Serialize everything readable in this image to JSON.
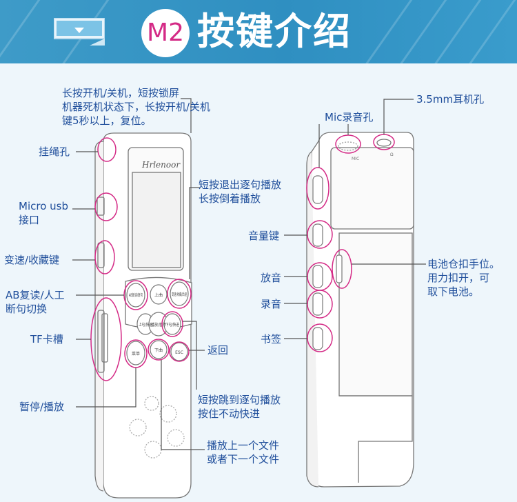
{
  "header": {
    "badge": "M2",
    "title": "按键介绍"
  },
  "device_front": {
    "brand": "Hrlenoor",
    "buttons": {
      "ab": "AB复读/复句",
      "up": "上曲",
      "fav": "变速/收藏/后退",
      "prev": "上句/快退",
      "play": "播放/暂停",
      "next": "下句/快进",
      "menu": "菜单",
      "down": "下曲",
      "esc": "ESC"
    }
  },
  "labels": {
    "power": [
      "长按开机/关机，短按锁屏",
      "机器死机状态下，长按开机/关机",
      "键5秒以上，复位。"
    ],
    "lanyard": "挂绳孔",
    "usb": [
      "Micro usb",
      "接口"
    ],
    "speed": "变速/收藏键",
    "ab": [
      "AB复读/人工",
      "断句切换"
    ],
    "tf": "TF卡槽",
    "pause": "暂停/播放",
    "exit_sentence": [
      "短按退出逐句播放",
      "长按倒着播放"
    ],
    "back": "返回",
    "jump": [
      "短按跳到逐句播放",
      "按住不动快进"
    ],
    "files": [
      "播放上一个文件",
      "或者下一个文件"
    ],
    "mic": "Mic录音孔",
    "earphone": "3.5mm耳机孔",
    "volume": "音量键",
    "play_side": "放音",
    "record": "录音",
    "bookmark": "书签",
    "battery": [
      "电池仓扣手位。",
      "用力扣开，可",
      "取下电池。"
    ]
  },
  "colors": {
    "banner": "#3e9bc8",
    "accent": "#d42a86",
    "label": "#1f4e9b",
    "line": "#555555"
  }
}
